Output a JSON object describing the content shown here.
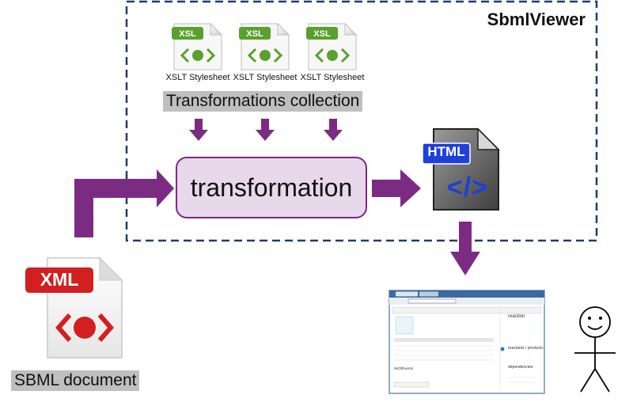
{
  "diagram": {
    "container_title": "SbmlViewer",
    "stylesheets": [
      {
        "badge": "XSL",
        "caption": "XSLT Stylesheet"
      },
      {
        "badge": "XSL",
        "caption": "XSLT Stylesheet"
      },
      {
        "badge": "XSL",
        "caption": "XSLT Stylesheet"
      }
    ],
    "collection_label": "Transformations collection",
    "transformation_label": "transformation",
    "html_badge": "HTML",
    "html_symbol": "</>",
    "xml_badge": "XML",
    "sbml_document_label": "SBML document",
    "browser": {
      "panel_title": "reaction",
      "panel_subtitle1": "reactants / products:",
      "panel_subtitle2": "dependencies:",
      "section_label": "listOfEvents"
    }
  },
  "colors": {
    "arrow": "#7b2c82",
    "dashed_border": "#1f3c6e",
    "box_fill": "#e8d8ec",
    "xsl_green": "#5aa02c",
    "badge_red": "#d21f1f",
    "html_blue": "#1e3fd8",
    "label_bg": "#bfbfbf"
  }
}
